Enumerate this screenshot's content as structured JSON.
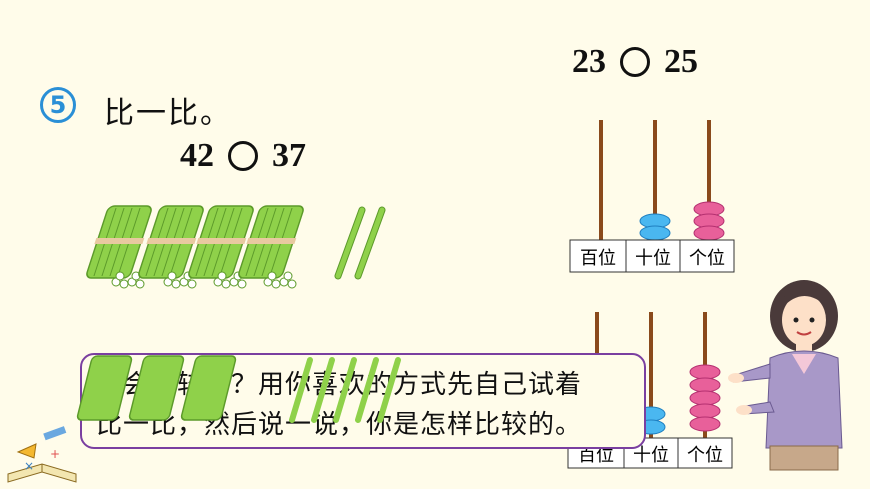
{
  "problem": {
    "number": "5",
    "title": "比一比。"
  },
  "comparisons": {
    "left": {
      "a": "42",
      "b": "37"
    },
    "right": {
      "a": "23",
      "b": "25"
    }
  },
  "abacus_labels": {
    "hundreds": "百位",
    "tens": "十位",
    "ones": "个位"
  },
  "speech": {
    "line1": "你会比较吗？用你喜欢的方式先自己试着",
    "line2": "比一比，然后说一说，你是怎样比较的。"
  },
  "colors": {
    "accent": "#2a8fd6",
    "bead_tens": "#4ab7f0",
    "bead_ones": "#e8609a",
    "stick_green": "#8fd14a",
    "speech_border": "#7a3fa0"
  },
  "icons": [
    "stationery-icon",
    "teacher-figure"
  ]
}
